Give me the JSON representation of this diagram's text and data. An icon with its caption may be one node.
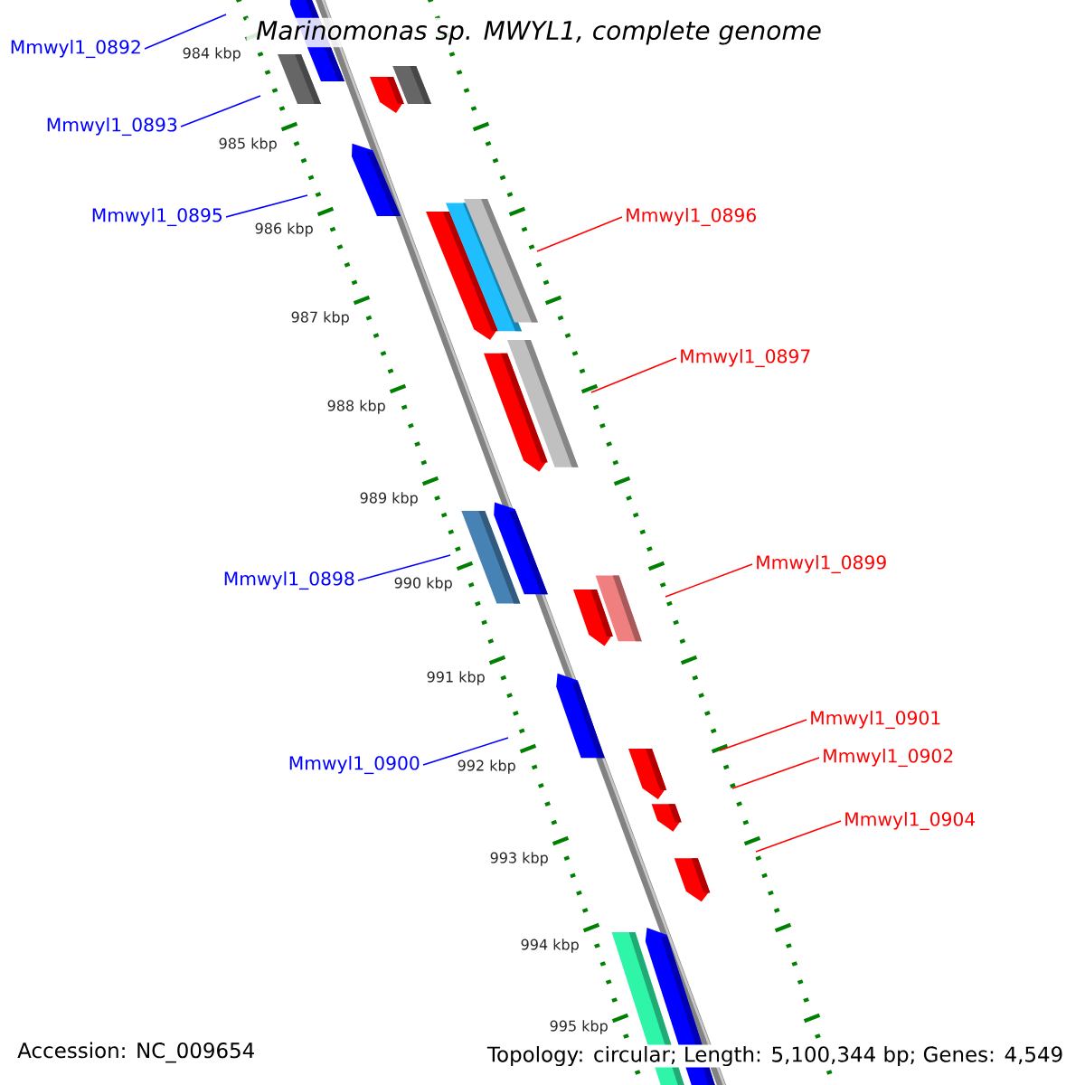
{
  "diagram": {
    "title": "Marinomonas sp. MWYL1, complete genome",
    "nodes": [
      {
        "text": [
          "Mmwyl1_0892"
        ]
      },
      {
        "text": [
          "Mmwyl1_0893"
        ]
      },
      {
        "text": [
          "Mmwyl1_0896"
        ]
      },
      {
        "text": [
          "Mmwyl1_0895"
        ]
      },
      {
        "text": [
          "Mmwyl1_0897"
        ]
      },
      {
        "text": [
          "Mmwyl1_0899"
        ]
      },
      {
        "text": [
          "Mmwyl1_0898"
        ]
      },
      {
        "text": [
          "Mmwyl1_0901"
        ]
      },
      {
        "text": [
          "Mmwyl1_0902"
        ]
      },
      {
        "text": [
          "Mmwyl1_0900"
        ]
      },
      {
        "text": [
          "Mmwyl1_0904"
        ]
      }
    ],
    "edges": [
      {
        "from": 0,
        "to": null,
        "arrow": "none",
        "color": "#0000ff"
      },
      {
        "from": 1,
        "to": null,
        "arrow": "none",
        "color": "#0000ff"
      },
      {
        "from": 2,
        "to": null,
        "arrow": "none"
      },
      {
        "from": 3,
        "to": null,
        "arrow": "none",
        "color": "#0000ff"
      },
      {
        "from": 4,
        "to": null,
        "arrow": "none"
      },
      {
        "from": 5,
        "to": null,
        "arrow": "none"
      },
      {
        "from": 6,
        "to": null,
        "arrow": "none",
        "color": "#0000ff"
      },
      {
        "from": 7,
        "to": null,
        "arrow": "none"
      },
      {
        "from": 8,
        "to": null,
        "arrow": "none"
      },
      {
        "from": 9,
        "to": null,
        "arrow": "none",
        "color": "#0000ff"
      },
      {
        "from": 10,
        "to": null,
        "arrow": "none"
      }
    ],
    "labels": [
      "984 kbp",
      "985 kbp",
      "986 kbp",
      "987 kbp",
      "988 kbp",
      "989 kbp",
      "990 kbp",
      "991 kbp",
      "992 kbp",
      "993 kbp",
      "994 kbp",
      "995 kbp",
      "Accession: NC_009654",
      "Topology: circular; Length: 5,100,344 bp; Genes: 4,549"
    ]
  }
}
